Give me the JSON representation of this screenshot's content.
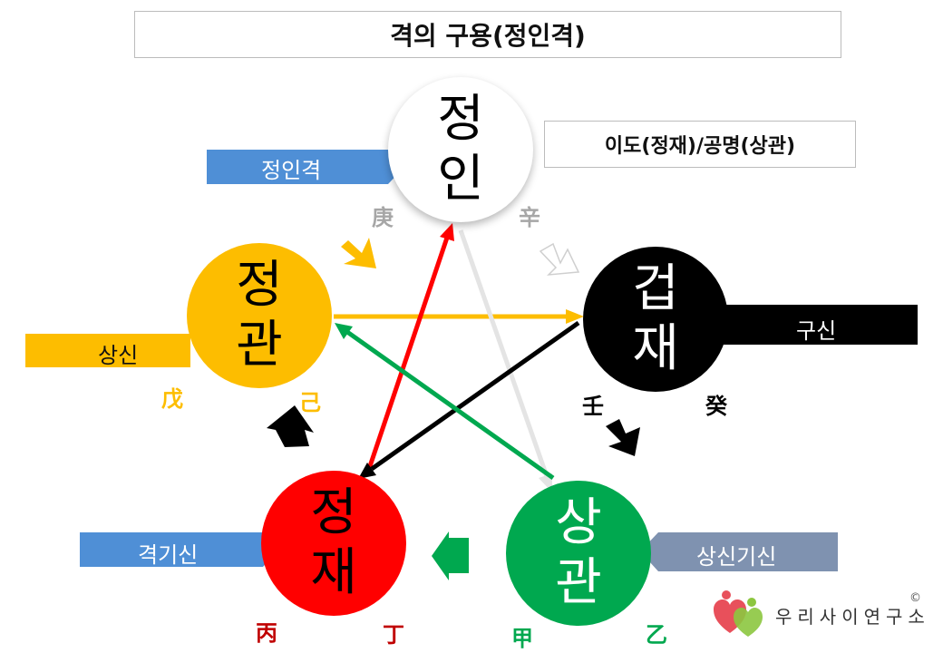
{
  "title": "격의 구용(정인격)",
  "subtitle": "이도(정재)/공명(상관)",
  "nodes": {
    "top": {
      "line1": "정",
      "line2": "인",
      "stem_left": "庚",
      "stem_right": "辛",
      "label": "정인격"
    },
    "left": {
      "line1": "정",
      "line2": "관",
      "stem_left": "戊",
      "stem_right": "己",
      "label": "상신"
    },
    "right": {
      "line1": "겁",
      "line2": "재",
      "stem_left": "壬",
      "stem_right": "癸",
      "label": "구신"
    },
    "bottom_left": {
      "line1": "정",
      "line2": "재",
      "stem_left": "丙",
      "stem_right": "丁",
      "label": "격기신"
    },
    "bottom_right": {
      "line1": "상",
      "line2": "관",
      "stem_left": "甲",
      "stem_right": "乙",
      "label": "상신기신"
    }
  },
  "colors": {
    "yellow": "#fdbd00",
    "red": "#ff0000",
    "green": "#00a84f",
    "black": "#000000",
    "blue_tag": "#4f8fd6",
    "gray_tag": "#7f92b0",
    "light_arrow": "#e4e4e4"
  },
  "logo": {
    "text": "우리사이연구소",
    "copyright": "©"
  }
}
